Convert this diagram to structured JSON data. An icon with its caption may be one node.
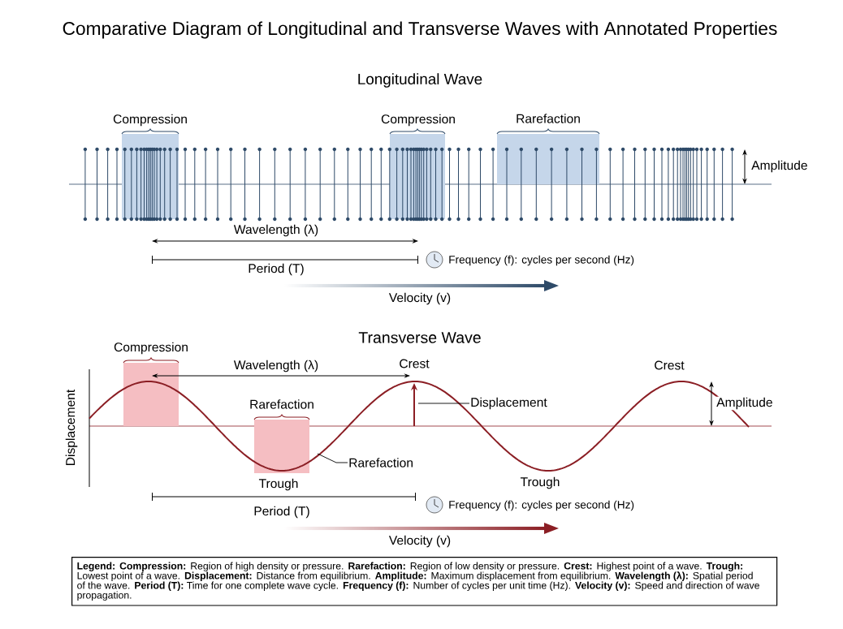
{
  "diagram": {
    "title": "Comparative Diagram of Longitudinal and Transverse Waves with Annotated Properties",
    "nodes": [
      {
        "text": [
          "Displacement"
        ]
      },
      {
        "text": [
          "Rarefaction"
        ]
      },
      {
        "text": [
          "**Legend:** **Compression:** Region of high density or pressure. **Rarefaction:** Region of low density or pressure. **Crest:** Highest point of a wave. **Trough:** Lowest point of a wave. **Displacement:** Distance from equilibrium. **Amplitude:** Maximum displacement from equilibrium. **Wavelength (λ):** Spatial period of the wave. **Period (T):** Time for one complete wave cycle. **Frequency (f):** Number of cycles per unit time (Hz). **Velocity (v):** Speed and direction of wave propagation."
        ]
      }
    ],
    "edges": [
      {
        "from": 0,
        "to": null,
        "arrow": "none"
      },
      {
        "from": 1,
        "to": null,
        "arrow": "none"
      }
    ],
    "labels": [
      "Longitudinal Wave",
      "Compression",
      "Compression",
      "Rarefaction",
      "Amplitude",
      "Wavelength (λ)",
      "Period (T)",
      "Frequency (f): cycles per second (Hz)",
      "Velocity (v)",
      "Transverse Wave",
      "Compression",
      "Wavelength (λ)",
      "Crest",
      "Crest",
      "Displacement",
      "Rarefaction",
      "Amplitude",
      "Trough",
      "Trough",
      "Period (T)",
      "Frequency (f): cycles per second (Hz)",
      "Velocity (v)"
    ]
  }
}
